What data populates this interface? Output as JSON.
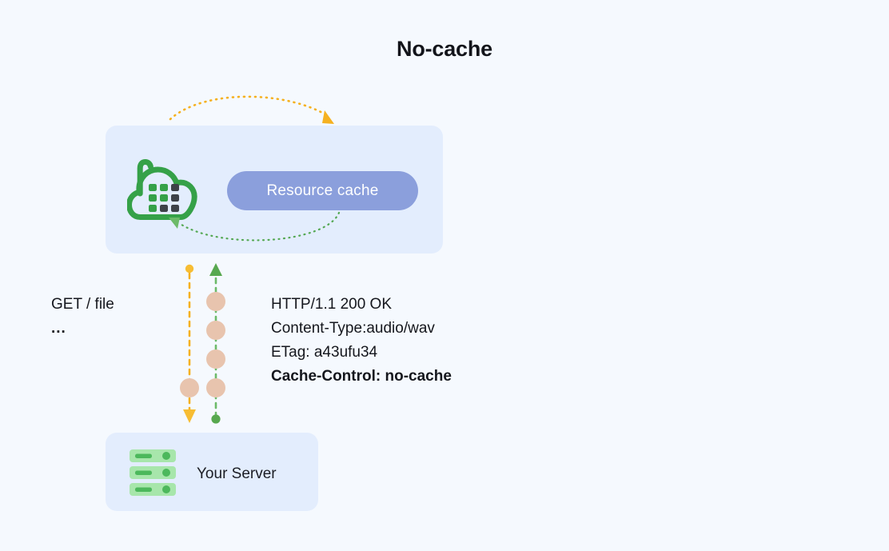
{
  "page": {
    "title": "No-cache",
    "background_color": "#f5f9fe"
  },
  "colors": {
    "panel_fill": "#e3edfd",
    "pill_fill": "#8b9fdc",
    "cloud_green": "#35a148",
    "grid_dark": "#3d4248",
    "server_green_light": "#a7e6ab",
    "server_green_dark": "#4cb85c",
    "request_orange": "#f5b120",
    "response_green": "#54a853",
    "packet_beige": "#e8c4ae",
    "text_dark": "#15171d",
    "pill_text": "#ffffff"
  },
  "cdn_panel": {
    "name": "cdn-panel",
    "cloud_icon": "cloud-grid-icon",
    "cache_pill_label": "Resource cache"
  },
  "server_panel": {
    "name": "server-panel",
    "server_icon": "server-rack-icon",
    "label": "Your Server"
  },
  "request": {
    "label": "GET / file",
    "ellipsis": "..."
  },
  "response": {
    "lines": [
      {
        "text": "HTTP/1.1 200 OK",
        "bold": false
      },
      {
        "text": "Content-Type:audio/wav",
        "bold": false
      },
      {
        "text": "ETag: a43ufu34",
        "bold": false
      },
      {
        "text": "Cache-Control: no-cache",
        "bold": true
      }
    ]
  },
  "flows": {
    "top_arc": {
      "name": "client-request-arc",
      "color": "#f5b120",
      "direction": "right",
      "style": "dotted"
    },
    "cache_arc": {
      "name": "cache-fill-arc",
      "color": "#54a853",
      "direction": "left",
      "style": "dotted"
    },
    "downstream": {
      "name": "request-to-server-line",
      "color": "#f5b120",
      "direction": "down",
      "packet_count": 1
    },
    "upstream": {
      "name": "response-from-server-line",
      "color": "#54a853",
      "direction": "up",
      "packet_count": 4
    }
  }
}
